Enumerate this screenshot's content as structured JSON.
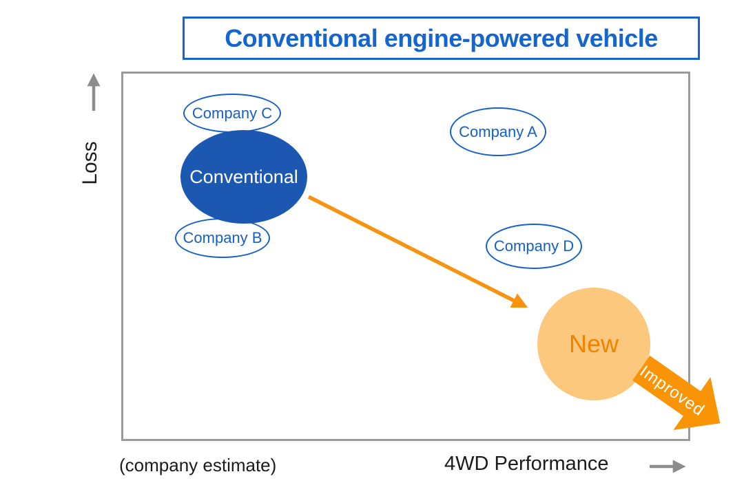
{
  "title": "Conventional engine-powered vehicle",
  "axes": {
    "y_label": "Loss",
    "x_label": "4WD Performance",
    "footnote": "(company estimate)"
  },
  "nodes": {
    "company_c": "Company C",
    "company_a": "Company A",
    "company_b": "Company B",
    "company_d": "Company D",
    "conventional": "Conventional",
    "new": "New"
  },
  "annotations": {
    "improved": "Improved"
  },
  "colors": {
    "title_blue": "#1565d0",
    "outline_blue": "#1560c8",
    "fill_blue": "#1c57b2",
    "orange_arrow": "#f79310",
    "improved_orange": "#f89406",
    "new_fill_orange": "#fcc87e",
    "new_text_orange": "#f08300",
    "plot_border_gray": "#9a9a9a",
    "axis_arrow_gray": "#8c8c8c",
    "text_black": "#1b1b1b"
  }
}
